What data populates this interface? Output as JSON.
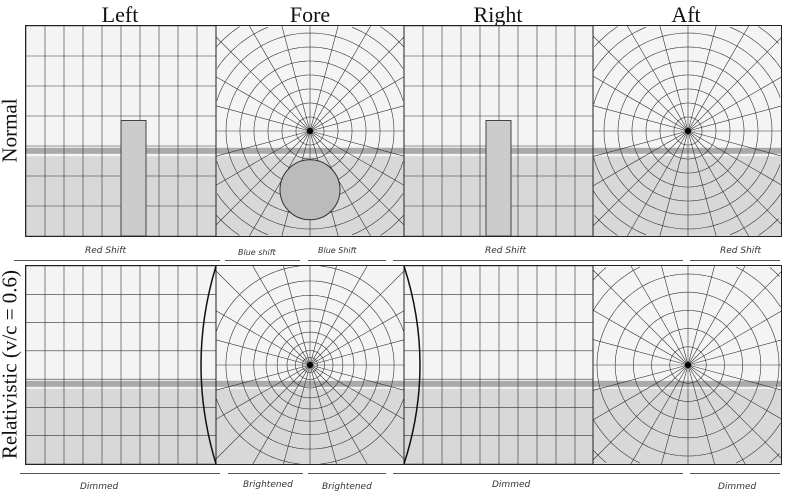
{
  "columns": [
    "Left",
    "Fore",
    "Right",
    "Aft"
  ],
  "rows": [
    "Normal",
    "Relativistic (v/c = 0.6)"
  ],
  "shift_labels": [
    {
      "text": "Red Shift",
      "segment": "left"
    },
    {
      "text": "Blue shift",
      "segment": "fore-left"
    },
    {
      "text": "Blue Shift",
      "segment": "fore-right"
    },
    {
      "text": "Red Shift",
      "segment": "right"
    },
    {
      "text": "Red Shift",
      "segment": "aft"
    }
  ],
  "brightness_labels": [
    {
      "text": "Dimmed",
      "segment": "left"
    },
    {
      "text": "Brightened",
      "segment": "fore-left"
    },
    {
      "text": "Brightened",
      "segment": "fore-right"
    },
    {
      "text": "Dimmed",
      "segment": "right"
    },
    {
      "text": "Dimmed",
      "segment": "aft"
    }
  ]
}
